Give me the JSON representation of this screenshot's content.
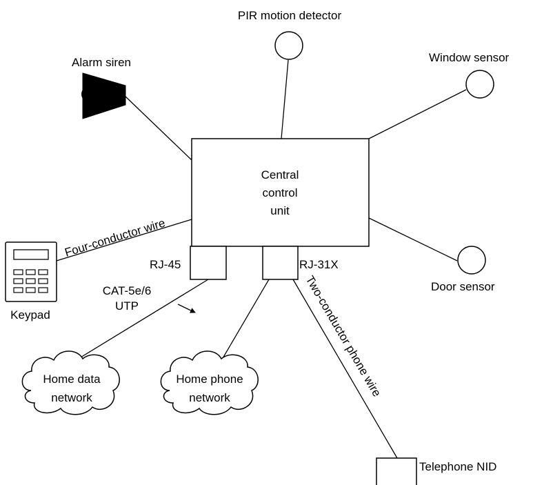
{
  "title": "",
  "colors": {
    "line": "#000000",
    "fill": "#ffffff",
    "siren": "#000000"
  },
  "labels": {
    "pir": "PIR motion detector",
    "siren": "Alarm siren",
    "window": "Window sensor",
    "door": "Door sensor",
    "control_line1": "Central",
    "control_line2": "control",
    "control_line3": "unit",
    "keypad": "Keypad",
    "four_wire": "Four-conductor wire",
    "rj45": "RJ-45",
    "rj31x": "RJ-31X",
    "cat5_line1": "CAT-5e/6",
    "cat5_line2": "UTP",
    "data_net_line1": "Home data",
    "data_net_line2": "network",
    "phone_net_line1": "Home phone",
    "phone_net_line2": "network",
    "two_wire": "Two-conductor phone wire",
    "nid": "Telephone NID"
  },
  "icons": {
    "pir": "circle-sensor-icon",
    "window": "circle-sensor-icon",
    "door": "circle-sensor-icon",
    "siren": "siren-horn-icon",
    "keypad": "keypad-icon",
    "cloud": "cloud-icon"
  }
}
